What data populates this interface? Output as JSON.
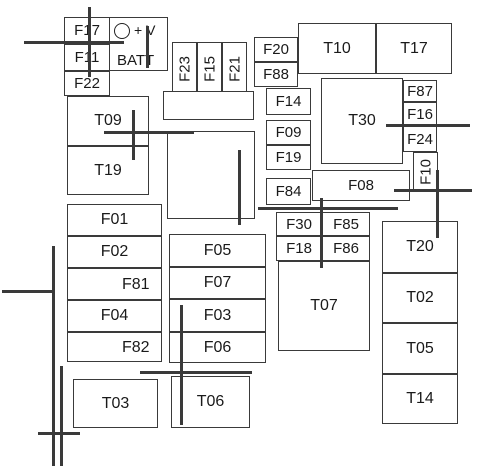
{
  "diagram": {
    "labels": {
      "F17": "F17",
      "F11": "F11",
      "F22": "F22",
      "BATT": "BATT",
      "plus_v": "+ V",
      "F23": "F23",
      "F15": "F15",
      "F21": "F21",
      "F20": "F20",
      "F88": "F88",
      "T10": "T10",
      "T17": "T17",
      "F14": "F14",
      "F09": "F09",
      "F19": "F19",
      "F84": "F84",
      "T30": "T30",
      "F87": "F87",
      "F16": "F16",
      "F24": "F24",
      "F10": "F10",
      "F08": "F08",
      "T09": "T09",
      "T19": "T19",
      "F01": "F01",
      "F02": "F02",
      "F81": "F81",
      "F04": "F04",
      "F82": "F82",
      "F05": "F05",
      "F07": "F07",
      "F03": "F03",
      "F06": "F06",
      "F30": "F30",
      "F85": "F85",
      "F18": "F18",
      "F86": "F86",
      "T07": "T07",
      "T20": "T20",
      "T02": "T02",
      "T05": "T05",
      "T14": "T14",
      "T03": "T03",
      "T06": "T06"
    }
  }
}
